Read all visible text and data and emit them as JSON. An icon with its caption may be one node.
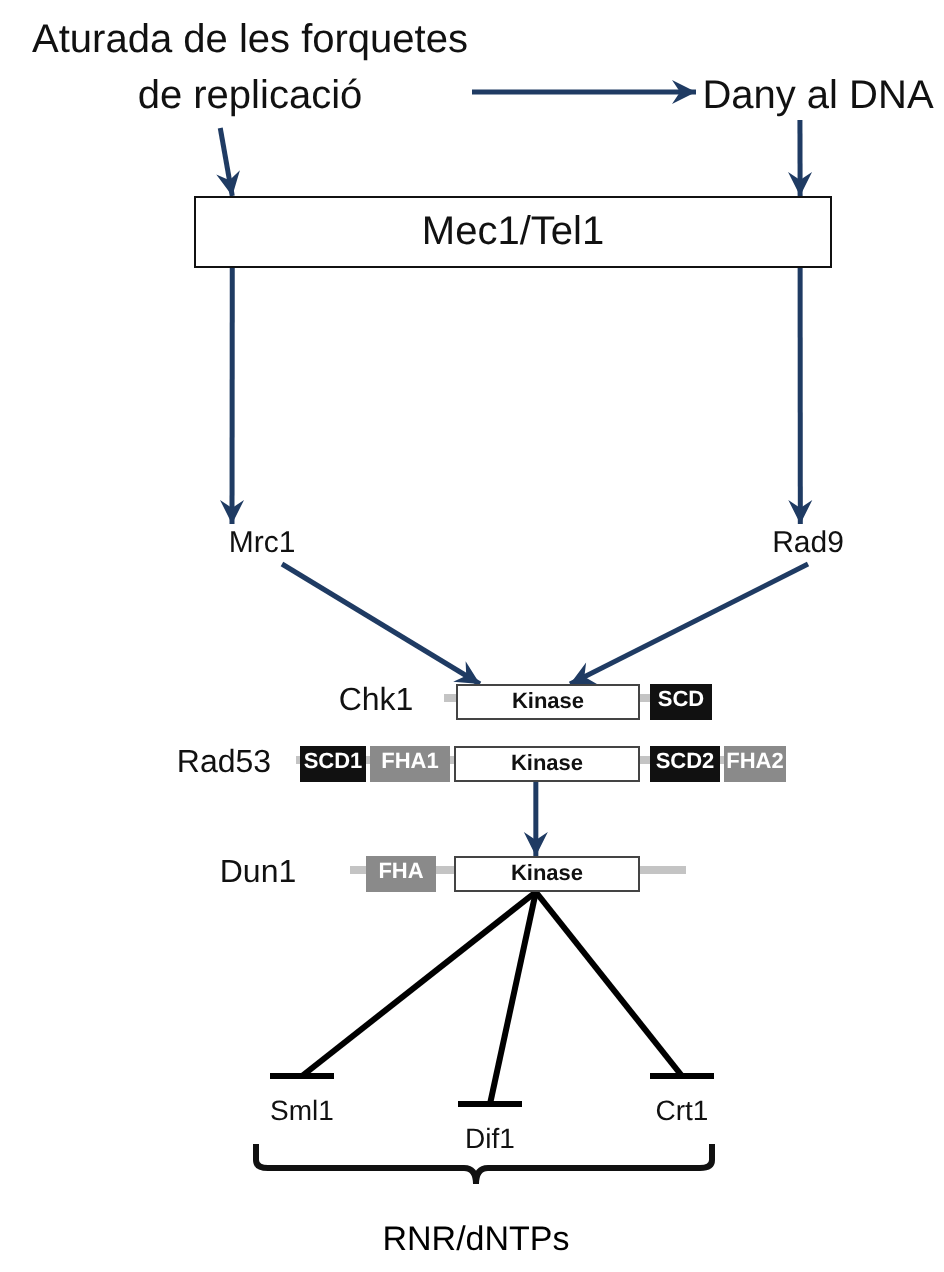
{
  "diagram": {
    "nodes": [
      {
        "text": [
          "Aturada de les forquetes de replicació"
        ]
      },
      {
        "text": [
          "Dany al DNA"
        ]
      },
      {
        "text": [
          "Mec1/Tel1"
        ]
      },
      {
        "text": [
          "Mrc1"
        ]
      },
      {
        "text": [
          "Rad9"
        ]
      },
      {
        "text": [
          "Chk1"
        ]
      },
      {
        "text": [
          "Kinase"
        ]
      },
      {
        "text": [
          "SCD"
        ]
      },
      {
        "text": [
          "Rad53"
        ]
      },
      {
        "text": [
          "SCD1"
        ]
      },
      {
        "text": [
          "FHA1"
        ]
      },
      {
        "text": [
          "Kinase"
        ]
      },
      {
        "text": [
          "SCD2"
        ]
      },
      {
        "text": [
          "FHA2"
        ]
      },
      {
        "text": [
          "Dun1"
        ]
      },
      {
        "text": [
          "FHA"
        ]
      },
      {
        "text": [
          "Kinase"
        ]
      },
      {
        "text": [
          "Sml1"
        ]
      },
      {
        "text": [
          "Dif1"
        ]
      },
      {
        "text": [
          "Crt1"
        ]
      }
    ],
    "edges": [
      {
        "from": 0,
        "to": 1,
        "arrow": "to"
      },
      {
        "from": 0,
        "to": 2,
        "arrow": "to"
      },
      {
        "from": 1,
        "to": 2,
        "arrow": "to"
      },
      {
        "from": 2,
        "to": 3,
        "arrow": "to"
      },
      {
        "from": 2,
        "to": 4,
        "arrow": "to"
      },
      {
        "from": 3,
        "to": 6,
        "arrow": "to"
      },
      {
        "from": 4,
        "to": 6,
        "arrow": "to"
      },
      {
        "from": 11,
        "to": 16,
        "arrow": "to"
      },
      {
        "from": 16,
        "to": 17,
        "arrow": "other",
        "color": "#000000"
      },
      {
        "from": 16,
        "to": 18,
        "arrow": "other",
        "color": "#000000"
      },
      {
        "from": 16,
        "to": 19,
        "arrow": "other",
        "color": "#000000"
      }
    ],
    "labels": [
      "RNR/dNTPs"
    ]
  }
}
